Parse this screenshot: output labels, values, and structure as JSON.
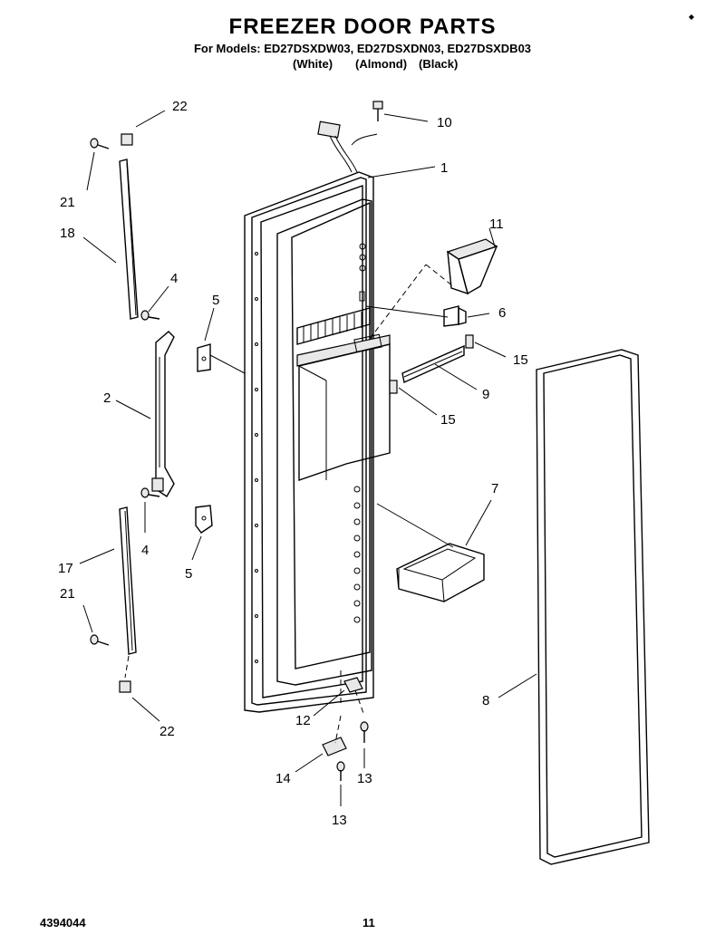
{
  "header": {
    "title": "FREEZER DOOR PARTS",
    "subtitle": "For Models: ED27DSXDW03, ED27DSXDN03, ED27DSXDB03",
    "color_white": "(White)",
    "color_almond": "(Almond)",
    "color_black": "(Black)",
    "corner_mark": "◆"
  },
  "callouts": {
    "c1": "1",
    "c2": "2",
    "c4a": "4",
    "c4b": "4",
    "c5a": "5",
    "c5b": "5",
    "c6": "6",
    "c7": "7",
    "c8": "8",
    "c9": "9",
    "c10": "10",
    "c11": "11",
    "c12": "12",
    "c13a": "13",
    "c13b": "13",
    "c14": "14",
    "c15a": "15",
    "c15b": "15",
    "c17": "17",
    "c18": "18",
    "c21a": "21",
    "c21b": "21",
    "c22a": "22",
    "c22b": "22"
  },
  "footer": {
    "doc_number": "4394044",
    "page_number": "11"
  }
}
